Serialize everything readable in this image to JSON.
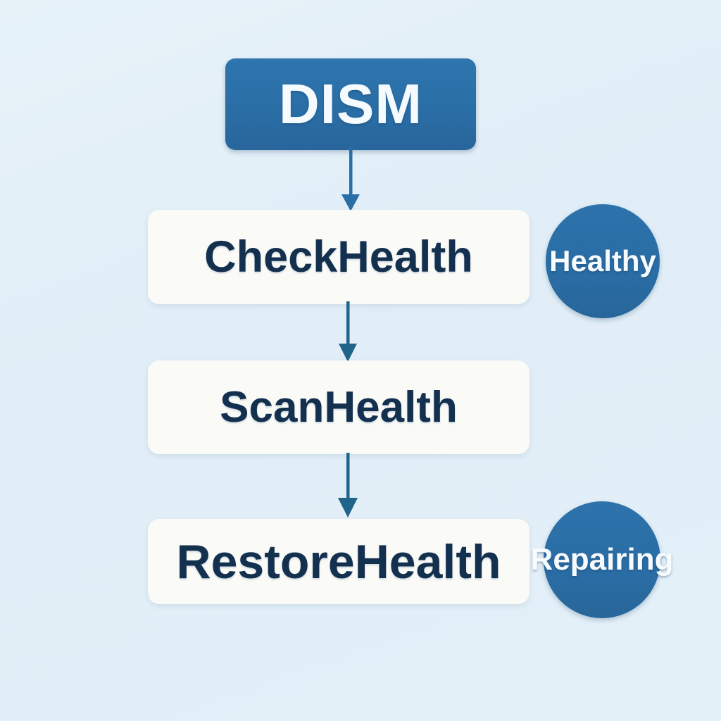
{
  "diagram": {
    "title": "DISM",
    "background_color": "#e4f0f8",
    "accent_color": "#2a6ea6",
    "card_color": "#fafaf7",
    "card_text_color": "#14304f",
    "root": {
      "label": "DISM",
      "name": "dism-root-node"
    },
    "steps": [
      {
        "label": "CheckHealth",
        "name": "step-check-health"
      },
      {
        "label": "ScanHealth",
        "name": "step-scan-health"
      },
      {
        "label": "RestoreHealth",
        "name": "step-restore-health"
      }
    ],
    "badges": [
      {
        "label": "Healthy",
        "name": "badge-healthy",
        "attached_to": "CheckHealth"
      },
      {
        "label": "Repairing",
        "name": "badge-repairing",
        "attached_to": "RestoreHealth"
      }
    ],
    "connectors": [
      {
        "from": "DISM",
        "to": "CheckHealth",
        "kind": "arrow-down"
      },
      {
        "from": "CheckHealth",
        "to": "ScanHealth",
        "kind": "arrow-down"
      },
      {
        "from": "ScanHealth",
        "to": "RestoreHealth",
        "kind": "arrow-down"
      }
    ]
  }
}
